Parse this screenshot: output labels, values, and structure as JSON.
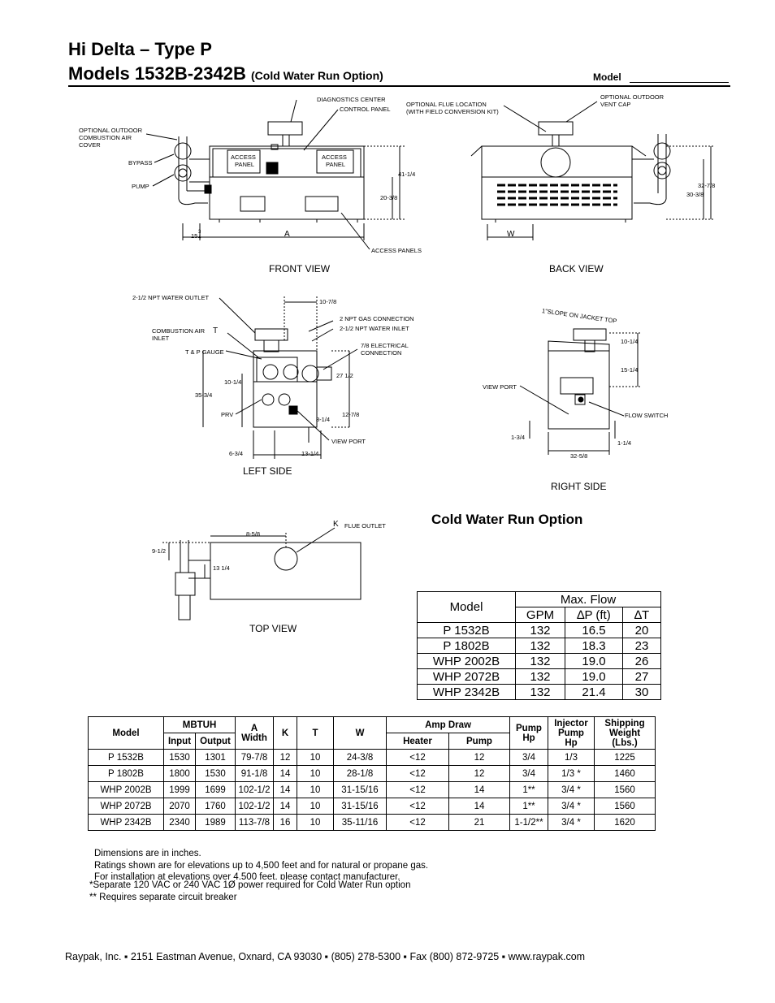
{
  "header": {
    "title": "Hi Delta – Type P",
    "subtitle_main": "Models 1532B-2342B",
    "subtitle_option": "(Cold Water Run Option)",
    "model_label": "Model"
  },
  "drawings": {
    "front": {
      "view_label": "FRONT VIEW",
      "labels": [
        "DIAGNOSTICS CENTER",
        "CONTROL PANEL",
        "OPTIONAL OUTDOOR",
        "COMBUSTION AIR",
        "COVER",
        "BYPASS",
        "PUMP",
        "ACCESS",
        "PANEL",
        "ACCESS",
        "PANEL",
        "ACCESS PANELS",
        "41-1/4",
        "20-3/8",
        "A"
      ],
      "dim_15": "15",
      "dim_frac": "3",
      "dim_frac2": "4"
    },
    "back": {
      "view_label": "BACK VIEW",
      "labels": [
        "OPTIONAL FLUE LOCATION",
        "(WITH FIELD CONVERSION KIT)",
        "OPTIONAL  OUTDOOR",
        "VENT CAP",
        "32-7/8",
        "30-3/8",
        "W"
      ]
    },
    "left": {
      "view_label": "LEFT SIDE",
      "labels": [
        "2-1/2 NPT  WATER OUTLET",
        "10-7/8",
        "2 NPT  GAS CONNECTION",
        "2-1/2 NPT  WATER INLET",
        "COMBUSTION AIR",
        "INLET",
        "T",
        "T & P GAUGE",
        "7/8  ELECTRICAL",
        "CONNECTION",
        "27 1/2",
        "10-1/4",
        "35-3/4",
        "12-7/8",
        "PRV",
        "8-1/4",
        "VIEW PORT",
        "6-3/4",
        "13-1/4"
      ]
    },
    "right": {
      "view_label": "RIGHT SIDE",
      "labels": [
        "1\"SLOPE ON JACKET TOP",
        "10-1/4",
        "15-1/4",
        "VIEW PORT",
        "FLOW SWITCH",
        "1-3/4",
        "1-1/4",
        "32-5/8"
      ]
    },
    "top": {
      "view_label": "TOP VIEW",
      "labels": [
        "K",
        "FLUE OUTLET",
        "8-5/8",
        "9-1/2",
        "13 1/4"
      ]
    }
  },
  "flow_table": {
    "title": "Cold Water Run Option",
    "head_model": "Model",
    "head_maxflow": "Max. Flow",
    "head_gpm": "GPM",
    "head_dp": "∆P (ft)",
    "head_dt": "∆T",
    "rows": [
      [
        "P 1532B",
        "132",
        "16.5",
        "20"
      ],
      [
        "P 1802B",
        "132",
        "18.3",
        "23"
      ],
      [
        "WHP 2002B",
        "132",
        "19.0",
        "26"
      ],
      [
        "WHP 2072B",
        "132",
        "19.0",
        "27"
      ],
      [
        "WHP 2342B",
        "132",
        "21.4",
        "30"
      ]
    ]
  },
  "spec_table": {
    "h_model": "Model",
    "h_mbtuh": "MBTUH",
    "h_input": "Input",
    "h_output": "Output",
    "h_a": "A",
    "h_width": "Width",
    "h_k": "K",
    "h_t": "T",
    "h_w": "W",
    "h_amp": "Amp Draw",
    "h_heater": "Heater",
    "h_pump": "Pump",
    "h_pumphp1": "Pump",
    "h_pumphp2": "Hp",
    "h_inj1": "Injector",
    "h_inj2": "Pump",
    "h_inj3": "Hp",
    "h_ship1": "Shipping",
    "h_ship2": "Weight",
    "h_ship3": "(Lbs.)",
    "rows": [
      [
        "P 1532B",
        "1530",
        "1301",
        "79-7/8",
        "12",
        "10",
        "24-3/8",
        "<12",
        "12",
        "3/4",
        "1/3",
        "1225"
      ],
      [
        "P 1802B",
        "1800",
        "1530",
        "91-1/8",
        "14",
        "10",
        "28-1/8",
        "<12",
        "12",
        "3/4",
        "1/3 *",
        "1460"
      ],
      [
        "WHP 2002B",
        "1999",
        "1699",
        "102-1/2",
        "14",
        "10",
        "31-15/16",
        "<12",
        "14",
        "1**",
        "3/4 *",
        "1560"
      ],
      [
        "WHP 2072B",
        "2070",
        "1760",
        "102-1/2",
        "14",
        "10",
        "31-15/16",
        "<12",
        "14",
        "1**",
        "3/4 *",
        "1560"
      ],
      [
        "WHP 2342B",
        "2340",
        "1989",
        "113-7/8",
        "16",
        "10",
        "35-11/16",
        "<12",
        "21",
        "1-1/2**",
        "3/4 *",
        "1620"
      ]
    ]
  },
  "notes": {
    "n1": "Dimensions are in inches.",
    "n2": "Ratings shown are for elevations up to 4,500 feet and for natural or propane gas.",
    "n3": "For installation at elevations over 4,500 feet, please contact manufacturer.",
    "n4": "*Separate 120 VAC or 240 VAC 1Ø power required for Cold Water Run option",
    "n5": "** Requires separate circuit breaker"
  },
  "footer": {
    "text": "Raypak, Inc.  ▪  2151 Eastman Avenue, Oxnard, CA  93030  ▪  (805) 278-5300  ▪  Fax (800) 872-9725  ▪  www.raypak.com"
  }
}
